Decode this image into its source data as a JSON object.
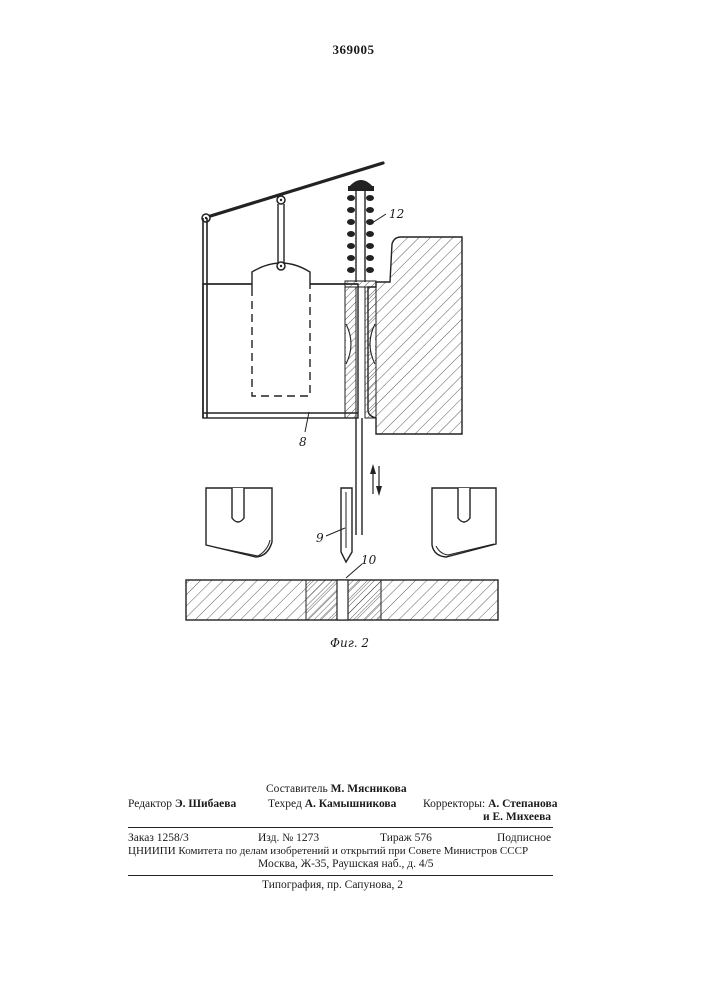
{
  "page_number": "369005",
  "figure": {
    "labels": {
      "l12": "12",
      "l8": "8",
      "l9": "9",
      "l10": "10"
    },
    "caption": "Фиг. 2"
  },
  "colophon": {
    "compiler_label": "Составитель",
    "compiler_name": "М. Мясникова",
    "editor_label": "Редактор",
    "editor_name": "Э. Шибаева",
    "techred_label": "Техред",
    "techred_name": "А. Камышникова",
    "correctors_label": "Корректоры:",
    "corrector1": "А. Степанова",
    "corrector2": "и Е. Михеева",
    "order": "Заказ 1258/3",
    "edition": "Изд. № 1273",
    "print_run": "Тираж 576",
    "subscription": "Подписное",
    "org_line": "ЦНИИПИ Комитета по делам изобретений и открытий при Совете Министров СССР",
    "address": "Москва, Ж-35, Раушская наб., д. 4/5",
    "printer": "Типография, пр. Сапунова, 2"
  }
}
